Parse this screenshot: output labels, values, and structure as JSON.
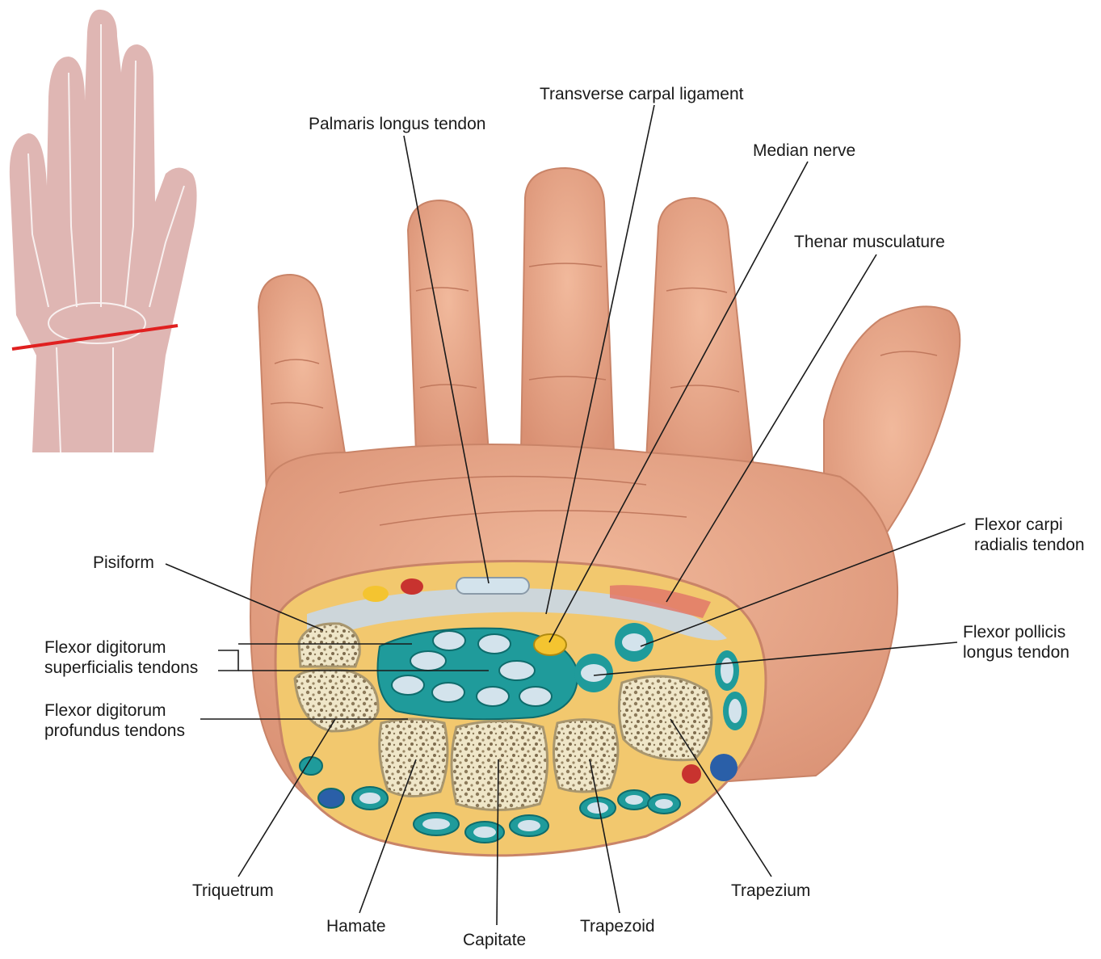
{
  "labels": {
    "transverse_carpal_ligament": "Transverse carpal ligament",
    "palmaris_longus_tendon": "Palmaris longus tendon",
    "median_nerve": "Median nerve",
    "thenar_musculature": "Thenar musculature",
    "flexor_carpi_radialis_tendon": [
      "Flexor carpi",
      "radialis tendon"
    ],
    "flexor_pollicis_longus_tendon": [
      "Flexor pollicis",
      "longus tendon"
    ],
    "pisiform": "Pisiform",
    "flexor_digitorum_superficialis_tendons": [
      "Flexor digitorum",
      "superficialis tendons"
    ],
    "flexor_digitorum_profundus_tendons": [
      "Flexor digitorum",
      "profundus tendons"
    ],
    "triquetrum": "Triquetrum",
    "hamate": "Hamate",
    "capitate": "Capitate",
    "trapezoid": "Trapezoid",
    "trapezium": "Trapezium"
  },
  "colors": {
    "skin": "#e9a98a",
    "skin_shadow": "#c98468",
    "fat": "#f2c86e",
    "ligament": "#c9d7e6",
    "tendon": "#d3e3ec",
    "sheath": "#1f9b9b",
    "bone_cortex": "#f3ecd2",
    "bone_trabecular": "#8c7a5a",
    "nerve": "#f4c430",
    "artery": "#c8332f",
    "vein": "#2a5fa8",
    "cut_line": "#e02020"
  }
}
